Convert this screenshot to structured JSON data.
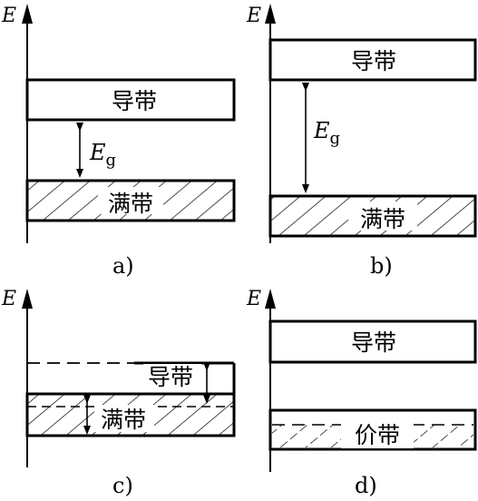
{
  "axis_label": "E",
  "gap_label": "E",
  "gap_subscript": "g",
  "panels": {
    "a": {
      "caption": "a)",
      "upper_band": "导带",
      "lower_band": "满带"
    },
    "b": {
      "caption": "b)",
      "upper_band": "导带",
      "lower_band": "满带"
    },
    "c": {
      "caption": "c)",
      "upper_band": "导带",
      "lower_band": "满带"
    },
    "d": {
      "caption": "d)",
      "upper_band": "导带",
      "lower_band": "价带"
    }
  },
  "colors": {
    "ink": "#000000",
    "background": "#ffffff"
  }
}
